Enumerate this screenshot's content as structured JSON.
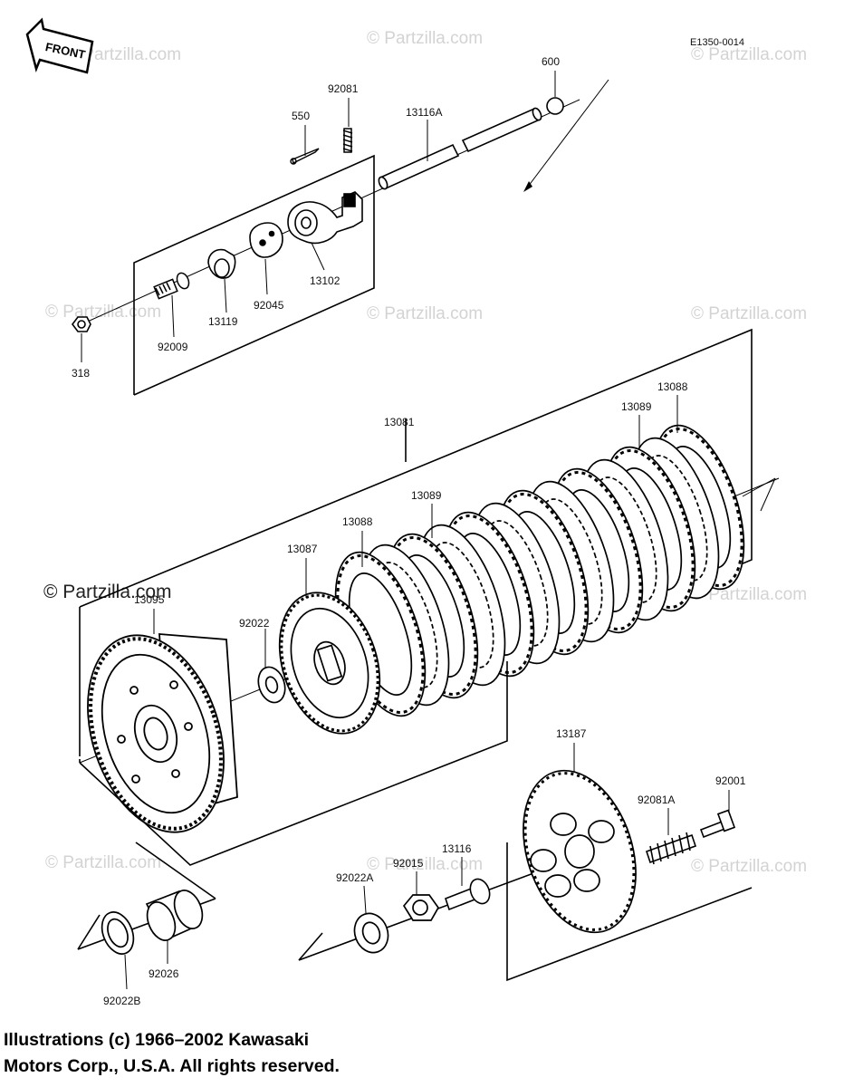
{
  "diagram_code": "E1350-0014",
  "front_label": "FRONT",
  "watermark": "© Partzilla.com",
  "labels": {
    "p600": "600",
    "p92081": "92081",
    "p550": "550",
    "p13116A": "13116A",
    "p13102": "13102",
    "p92045": "92045",
    "p13119": "13119",
    "p92009": "92009",
    "p318": "318",
    "p13081": "13081",
    "p13088a": "13088",
    "p13089a": "13089",
    "p13089b": "13089",
    "p13088b": "13088",
    "p13087": "13087",
    "p13095": "13095",
    "p92022": "92022",
    "p13187": "13187",
    "p92001": "92001",
    "p92081A": "92081A",
    "p13116": "13116",
    "p92015": "92015",
    "p92022A": "92022A",
    "p92026": "92026",
    "p92022B": "92022B"
  },
  "copyright": {
    "line1": "Illustrations (c) 1966–2002 Kawasaki",
    "line2": "Motors Corp., U.S.A.  All rights reserved."
  }
}
